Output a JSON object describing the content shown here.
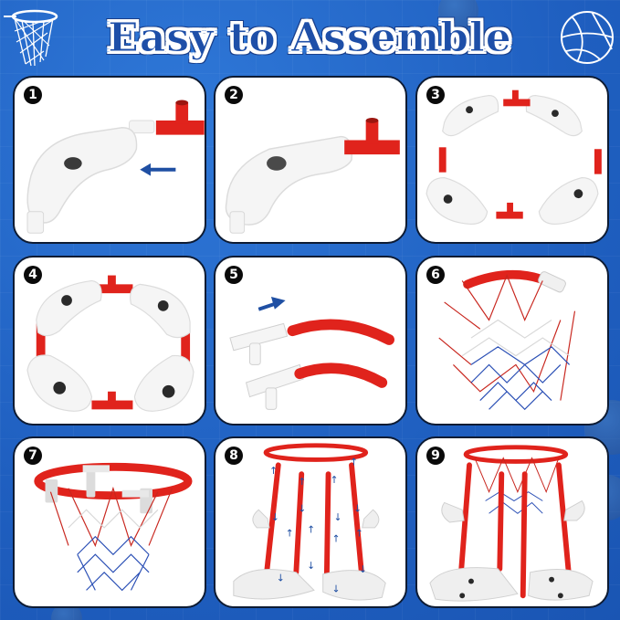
{
  "header": {
    "title": "Easy to Assemble",
    "left_icon": "basketball-hoop-icon",
    "right_icon": "basketball-icon"
  },
  "colors": {
    "background": "#2266c8",
    "title_fill": "#1e4fa8",
    "title_outline": "#ffffff",
    "panel_border": "#0d1b33",
    "pipe_red": "#e0231c",
    "pipe_white": "#f2f2f2",
    "arrow_blue": "#1f4fa3",
    "net_blue": "#2a4fb5"
  },
  "steps": [
    {
      "number": "1",
      "description": "Float base piece with red T-connector and insertion arrow"
    },
    {
      "number": "2",
      "description": "Float base piece joined to red T-connector"
    },
    {
      "number": "3",
      "description": "Four float pieces with four red T-connectors laid out in a ring"
    },
    {
      "number": "4",
      "description": "Assembled float ring base"
    },
    {
      "number": "5",
      "description": "White T-connectors inserted into red curved rim tubes"
    },
    {
      "number": "6",
      "description": "Red, white and blue net attached to rim section"
    },
    {
      "number": "7",
      "description": "Completed hoop rim with net"
    },
    {
      "number": "8",
      "description": "Poles connecting hoop to float base with direction arrows"
    },
    {
      "number": "9",
      "description": "Fully assembled floating basketball hoop"
    }
  ]
}
